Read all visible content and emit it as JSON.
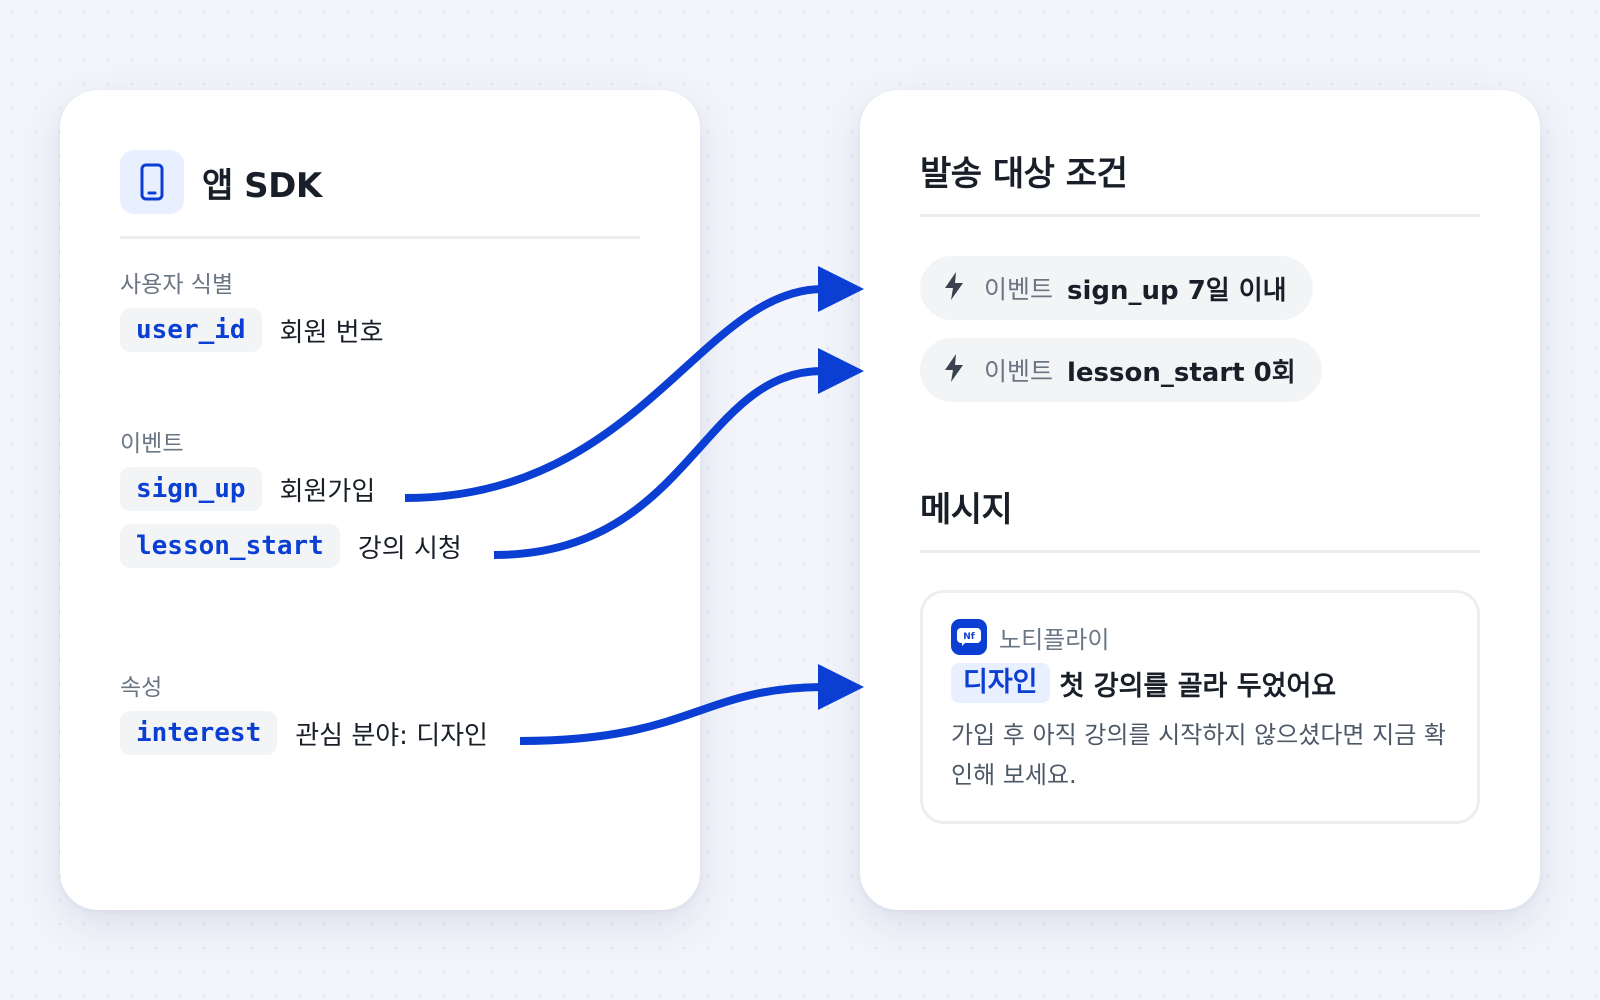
{
  "sdk": {
    "icon": "phone-icon",
    "title": "앱 SDK",
    "sections": {
      "user": {
        "label": "사용자 식별",
        "rows": [
          {
            "code": "user_id",
            "desc": "회원 번호"
          }
        ]
      },
      "events": {
        "label": "이벤트",
        "rows": [
          {
            "code": "sign_up",
            "desc": "회원가입"
          },
          {
            "code": "lesson_start",
            "desc": "강의 시청"
          }
        ]
      },
      "attributes": {
        "label": "속성",
        "rows": [
          {
            "code": "interest",
            "desc": "관심 분야: 디자인"
          }
        ]
      }
    }
  },
  "targeting": {
    "title": "발송 대상 조건",
    "conditions": [
      {
        "icon": "lightning-icon",
        "label": "이벤트",
        "value": "sign_up 7일 이내"
      },
      {
        "icon": "lightning-icon",
        "label": "이벤트",
        "value": "lesson_start 0회"
      }
    ]
  },
  "message": {
    "title": "메시지",
    "app_icon": "notifly-app-icon",
    "app_icon_text": "Nf",
    "app_name": "노티플라이",
    "interest_tag": "디자인",
    "headline": "첫 강의를 골라 두었어요",
    "body": "가입 후 아직 강의를 시작하지 않으셨다면 지금 확인해 보세요."
  },
  "colors": {
    "accent": "#0b3fd4",
    "tag_bg": "#e8efff",
    "code_bg": "#f2f4f6",
    "muted_text": "#6b7684",
    "page_bg": "#f3f5fb"
  }
}
